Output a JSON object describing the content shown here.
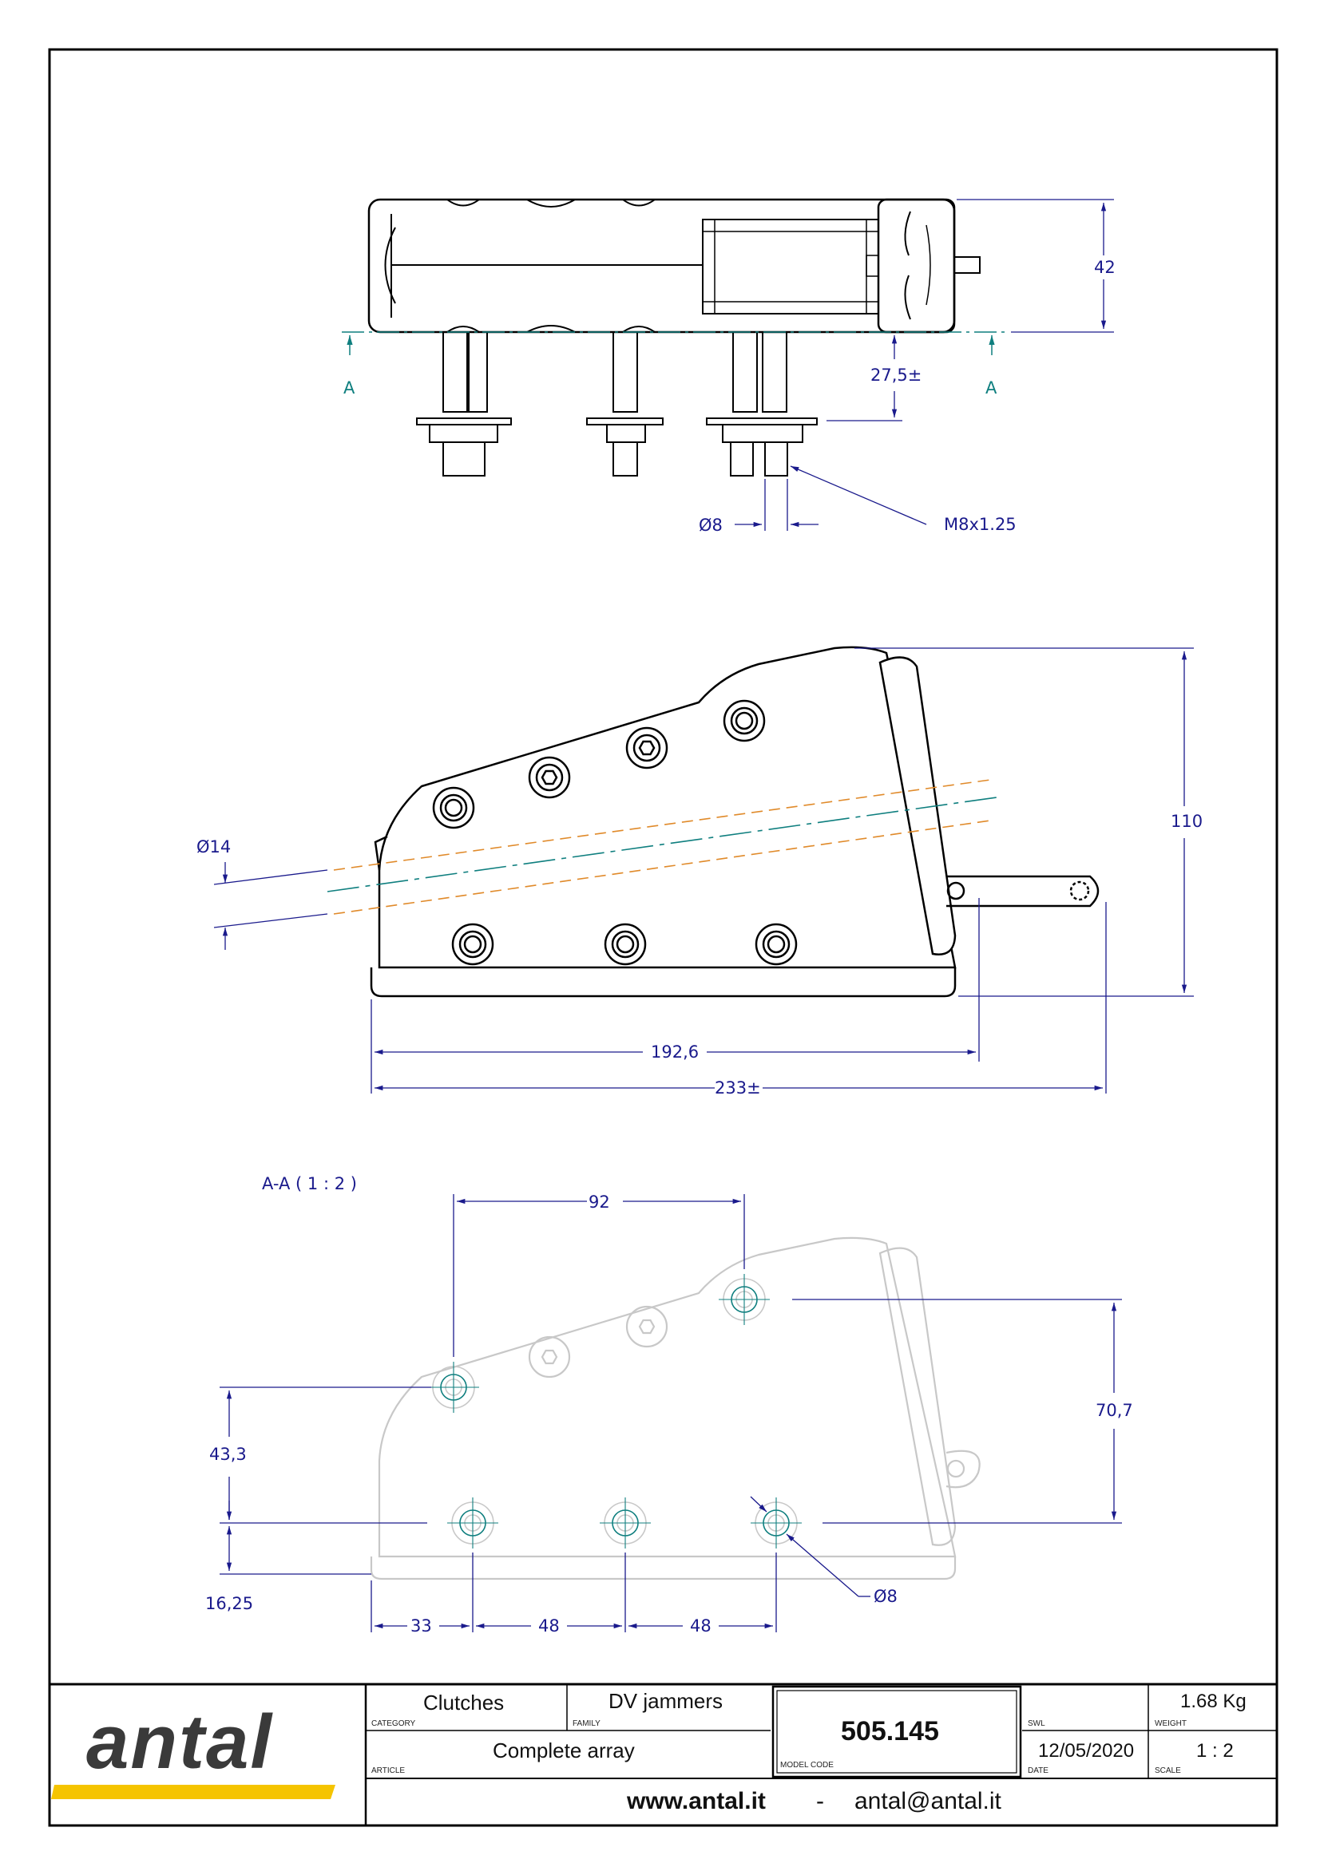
{
  "drawing": {
    "top_view": {
      "height_dim": "42",
      "stud_dim": "27,5±",
      "section_marker": "A",
      "thread_label": "M8x1.25",
      "diameter_label": "Ø8"
    },
    "side_view": {
      "rope_diameter": "Ø14",
      "height_dim": "110",
      "length_dim": "192,6",
      "overall_length_dim": "233±"
    },
    "section_view": {
      "title": "A-A ( 1 : 2 )",
      "dim_top": "92",
      "dim_vertical": "70,7",
      "dim_left_upper": "43,3",
      "dim_left_lower": "16,25",
      "dim_bottom_1": "33",
      "dim_bottom_2": "48",
      "dim_bottom_3": "48",
      "hole_diameter": "Ø8"
    }
  },
  "title_block": {
    "logo_text": "antal",
    "category_value": "Clutches",
    "category_label": "CATEGORY",
    "family_value": "DV jammers",
    "family_label": "FAMILY",
    "article_value": "Complete array",
    "article_label": "ARTICLE",
    "model_code_value": "505.145",
    "model_code_label": "MODEL CODE",
    "swl_label": "SWL",
    "weight_value": "1.68 Kg",
    "weight_label": "WEIGHT",
    "date_value": "12/05/2020",
    "date_label": "DATE",
    "scale_value": "1 : 2",
    "scale_label": "SCALE",
    "website": "www.antal.it",
    "separator": "-",
    "email": "antal@antal.it"
  },
  "colors": {
    "outline": "#000000",
    "dimension": "#1a1a8c",
    "section": "#0f7f7f",
    "rope": "#e08a2a",
    "accent": "#f5c400"
  }
}
